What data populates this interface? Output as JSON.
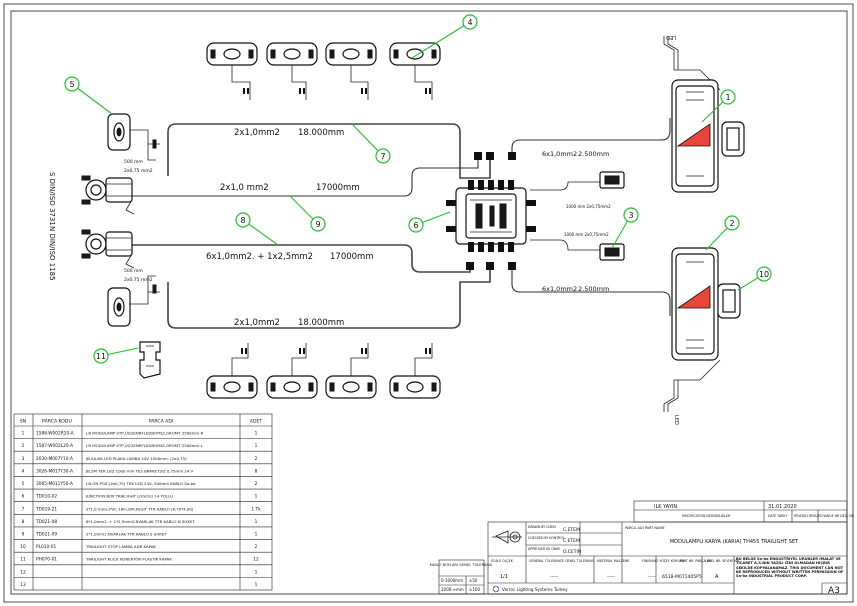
{
  "drawing": {
    "cable_labels": [
      {
        "id": "top",
        "spec": "2x1,0mm2",
        "length": "18.000mm"
      },
      {
        "id": "upper-mid",
        "spec": "2x1,0 mm2",
        "length": "17000mm"
      },
      {
        "id": "lower-mid",
        "spec": "6x1,0mm2. + 1x2,5mm2",
        "length": "17000mm"
      },
      {
        "id": "bottom",
        "spec": "2x1,0mm2",
        "length": "18.000mm"
      }
    ],
    "right_cables": [
      {
        "id": "right-top",
        "spec": "6x1,0mm2",
        "length": "2.500mm"
      },
      {
        "id": "right-bottom",
        "spec": "6x1,0mm2",
        "length": "2.500mm"
      }
    ],
    "small_labels": {
      "sub500_top": "500 mm",
      "sub075_top": "2x0,75 mm2",
      "sub500_bot": "500 mm",
      "sub075_bot": "2x0,75 mm2",
      "conn_top": "1000 mm 2x0,75mm2",
      "conn_bot": "1000 mm 2x0,75mm2",
      "led_top": "LED",
      "led_bot": "LED",
      "vert_right": "S DIN/ISO 3731",
      "vert_left": "N DIN/ISO 1185"
    },
    "callouts": [
      "1",
      "2",
      "3",
      "4",
      "5",
      "6",
      "7",
      "8",
      "9",
      "10",
      "11"
    ]
  },
  "parts_table": {
    "headers": [
      "SN",
      "PARCA KODU",
      "PARCA ADI",
      "ADET"
    ],
    "rows": [
      [
        "1",
        "1586-W002R20-A",
        "J.B MODULAMP STP,ÜÇGENRFLEDBOYNZ,GROMT 2500mm-R",
        "1"
      ],
      [
        "2",
        "1587-W002L20-A",
        "J.B MODULAMP STP,ÜÇGENRFLEDBOYNZ,GROMT 2500mm-L",
        "1"
      ],
      [
        "3",
        "2030-M007Y10-A",
        "JB.SA-BA LED PLAKA LAMBA 24V 1500mm. (2x0,75)",
        "2"
      ],
      [
        "4",
        "3026-M017Y30-A",
        "JB.SM TEK LED 1000 mm TES BRAKETSIZ 0,75mm 24 V",
        "8"
      ],
      [
        "5",
        "3065-M011Y50-A",
        "J.B.ÖN POZ.(2x0,75) TEK LED 24V- 500mm KABLO Sa-ba",
        "2"
      ],
      [
        "6",
        "TD010-02",
        "JUNCTION BOX TRAILIGHT LOGOLU 14 YOLLU",
        "1"
      ],
      [
        "7",
        "TD019-21",
        "2*1,0 mm2,PVC 18m,DIK.KESIT TTR KABLO (6,70*4,00)",
        "1 Tk"
      ],
      [
        "8",
        "TD021-08",
        "6*1,0mm2. + 1*2,5mm2.NVARLAK TTR KABLO N SOKET",
        "1"
      ],
      [
        "9",
        "TD021-09",
        "2*1,0mm2.NVARLAK TTR KABLO S SOKET",
        "1"
      ],
      [
        "10",
        "PL010-01",
        "TRAILIGHT STOP LAMBA ADR KAPAK",
        "2"
      ],
      [
        "11",
        "PH070-01",
        "TRAILIGHT KLICK KONEKTÖR PLASTIK KAPAK",
        "12"
      ],
      [
        "12",
        "",
        "",
        "1"
      ],
      [
        "13",
        "",
        "",
        "1"
      ]
    ]
  },
  "tolerance_box": {
    "title": "KABLO BOYLARI GENEL TOLERANSI",
    "rows": [
      [
        "0-1000mm",
        "±50"
      ],
      [
        "1000-∞mm",
        "±100"
      ]
    ]
  },
  "title_block": {
    "revision_title": "ILK YAYIN",
    "revision_date": "31.01.2020",
    "mod_label": "MODIFICATION DEGISIKLIKLER",
    "date_label": "DATE TARIH",
    "revised_label": "REVISED REVIZE",
    "change_label": "CHANGE NR DEG. NR",
    "drawn_by": "DRAWN BY CIZEN",
    "checked_by": "CHECKED BY KONTROL",
    "approved_by": "APPROVED BY ONAY",
    "drawn_name": "C.ETEM",
    "checked_name": "C.ETEM",
    "approved_name": "O.CETIN",
    "part_name_label": "PARCA ADI PART NAME",
    "part_name": "MODULAMPLI KARYA (KARIA) TH455 TRAILIGHT SET",
    "scale_label": "SCALE ÖLÇEK",
    "scale": "1/1",
    "general_tol_label": "GENERAL TOLERANCE GENEL TOLERANS",
    "material_label": "MATERIAL MALZEME",
    "finishing_label": "FINISHING YÜZEY KORUMA",
    "part_nr_label": "PART NR. PARÇA NR.",
    "part_nr": "6518-M071405P5",
    "level_label": "LEVEL NR. SEVIYE NR.",
    "level": "A",
    "dash1": "-----",
    "dash2": "-----",
    "dash3": "-----",
    "company": "Varroc Lighting Systems Turkey",
    "notice": "BU BELGE Sa-ba ENDÜSTRIYEL ÜRÜNLER IMALAT VE TICARET A.S.NIN YAZILI IZNI OLMADAN HIÇBIR SEKILDE KOPYALANAMAZ. THIS DOCUMENT CAN NOT BE REPRODUCED WITHOUT WRITTEN PERMISSION OF Sa-ba INDUSTRIAL PRODUCT CORP.",
    "sheet_size": "A3"
  }
}
